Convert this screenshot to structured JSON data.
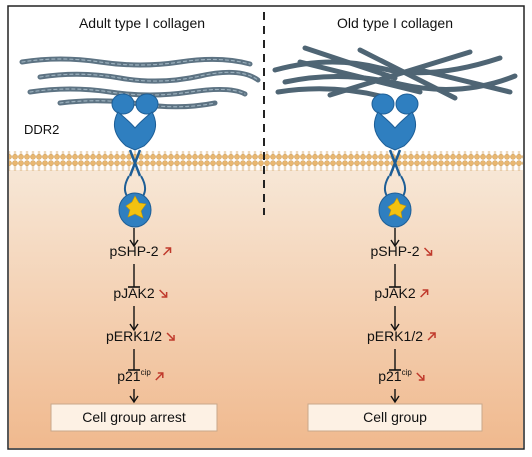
{
  "panels": [
    {
      "title": "Adult type I collagen",
      "receptor_label": "DDR2",
      "cascade": [
        {
          "name": "pSHP-2",
          "trend": "up"
        },
        {
          "name": "pJAK2",
          "trend": "down"
        },
        {
          "name": "pERK1/2",
          "trend": "down"
        },
        {
          "name": "p21",
          "superscript": "cip",
          "trend": "up"
        }
      ],
      "connectors": [
        "activates",
        "inhibits",
        "activates",
        "inhibits",
        "activates"
      ],
      "outcome": "Cell group arrest"
    },
    {
      "title": "Old type I collagen",
      "receptor_label": "",
      "cascade": [
        {
          "name": "pSHP-2",
          "trend": "down"
        },
        {
          "name": "pJAK2",
          "trend": "up"
        },
        {
          "name": "pERK1/2",
          "trend": "up"
        },
        {
          "name": "p21",
          "superscript": "cip",
          "trend": "down"
        }
      ],
      "connectors": [
        "activates",
        "inhibits",
        "activates",
        "inhibits",
        "activates"
      ],
      "outcome": "Cell group"
    }
  ],
  "colors": {
    "receptor": "#2f7fc0",
    "receptor_dark": "#1d5e96",
    "kinase": "#f3c20f",
    "membrane": "#f2c98a",
    "cytoplasm_top": "#f7e7d6",
    "cytoplasm_bottom": "#f0b98e",
    "collagen": "#5d7383",
    "trend_arrow": "#c0392b",
    "text": "#111111",
    "outcome_box": "#fdf1e4"
  },
  "icons": {
    "up": "diagonal-up-arrow-icon",
    "down": "diagonal-down-arrow-icon"
  }
}
